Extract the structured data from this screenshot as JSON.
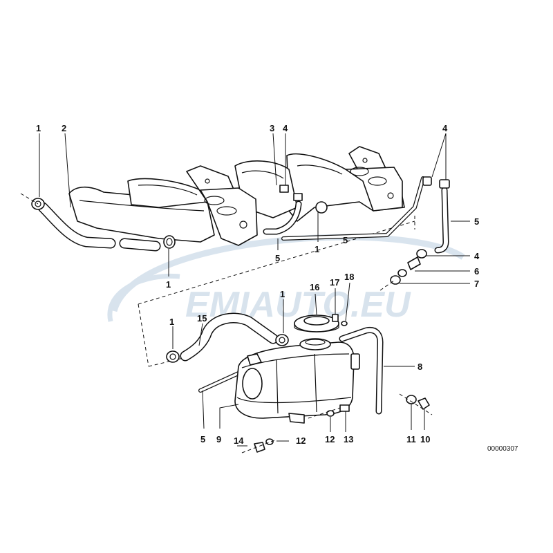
{
  "diagram": {
    "watermark": "EMIAUTO.EU",
    "reference_number": "00000307",
    "callouts": {
      "c1_a": "1",
      "c2": "2",
      "c3": "3",
      "c4_a": "4",
      "c4_b": "4",
      "c5_a": "5",
      "c1_b": "1",
      "c5_b": "5",
      "c1_c": "1",
      "c5_c": "5",
      "c4_c": "4",
      "c6": "6",
      "c7": "7",
      "c16": "16",
      "c17": "17",
      "c18": "18",
      "c1_d": "1",
      "c1_e": "1",
      "c15": "15",
      "c8": "8",
      "c5_d": "5",
      "c9": "9",
      "c14": "14",
      "c12_a": "12",
      "c12_b": "12",
      "c13": "13",
      "c11": "11",
      "c10": "10"
    }
  },
  "colors": {
    "line": "#111111",
    "watermark_blue": "#b9cde0",
    "watermark_red": "#e9b3b3"
  }
}
